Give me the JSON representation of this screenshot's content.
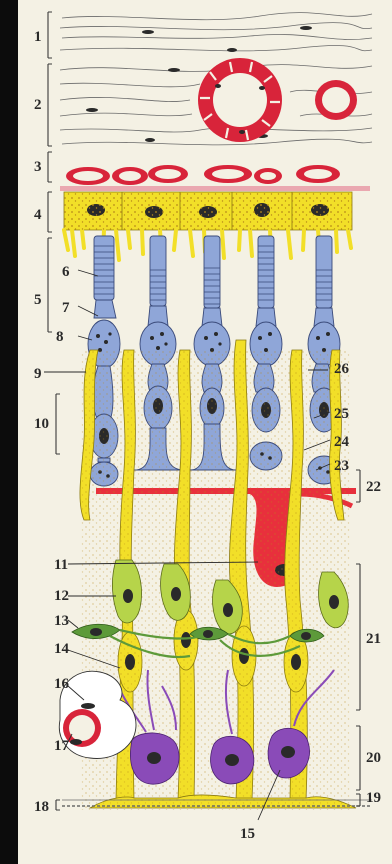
{
  "labels": {
    "l1": "1",
    "l2": "2",
    "l3": "3",
    "l4": "4",
    "l5": "5",
    "l6": "6",
    "l7": "7",
    "l8": "8",
    "l9": "9",
    "l10": "10",
    "l11": "11",
    "l12": "12",
    "l13": "13",
    "l14": "14",
    "l15": "15",
    "l16": "16",
    "l17": "17",
    "l18": "18",
    "l19": "19",
    "l20": "20",
    "l21": "21",
    "l22": "22",
    "l23": "23",
    "l24": "24",
    "l25": "25",
    "l26": "26"
  },
  "colors": {
    "background": "#0c0c0c",
    "paper": "#f4f1e4",
    "pigment_epithelium": "#f2df28",
    "photoreceptor": "#8fa6d8",
    "horizontal_cell": "#e8303c",
    "bipolar_cell": "#b6d44a",
    "amacrine_cell": "#5d9a3a",
    "ganglion_cell": "#8a4bb8",
    "muller_glia": "#f2df28",
    "blood_vessel": "#d8243a",
    "nucleus": "#2a2a2a"
  }
}
